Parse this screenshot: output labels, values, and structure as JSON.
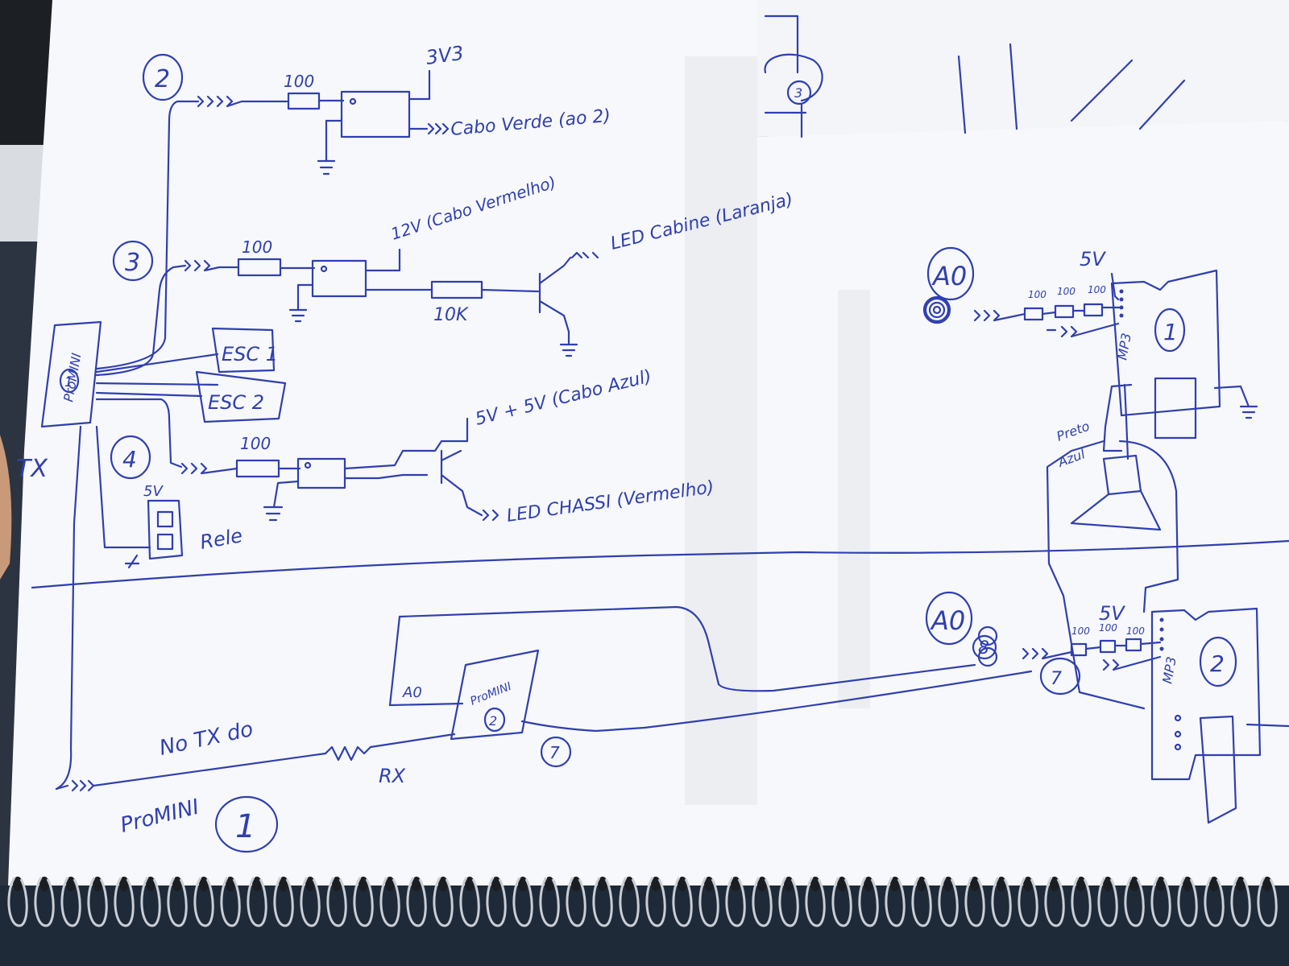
{
  "sheet": {
    "top_labels": {
      "supply_3v3": "3V3",
      "res_100_a": "100",
      "cabo_verde": "Cabo Verde (ao 2)",
      "circle_2": "2",
      "circle_3_small": "3"
    },
    "mid_labels": {
      "circle_3": "3",
      "res_100_b": "100",
      "supply_12v": "12V (Cabo Vermelho)",
      "res_10k": "10K",
      "led_cabine": "LED Cabine (Laranja)"
    },
    "promini_1": {
      "label": "ProMINI",
      "number": "1",
      "esc1": "ESC 1",
      "esc2": "ESC 2",
      "tx": "TX"
    },
    "lower_labels": {
      "circle_4": "4",
      "res_100_c": "100",
      "supply_5v": "5V + 5V (Cabo Azul)",
      "led_chassi": "LED CHASSI (Vermelho)",
      "rele_supply": "5V",
      "rele": "Rele"
    },
    "mp3_1": {
      "a0": "A0",
      "supply": "5V",
      "r1": "100",
      "r2": "100",
      "r3": "100",
      "module": "MP3",
      "number": "1",
      "preto": "Preto",
      "azul": "Azul"
    },
    "mp3_2": {
      "a0": "A0",
      "supply": "5V",
      "r1": "100",
      "r2": "100",
      "r3": "100",
      "module": "MP3",
      "number": "2",
      "pin": "8"
    },
    "promini_2": {
      "label": "ProMINI",
      "number": "2",
      "a0": "A0",
      "circle_7": "7",
      "rx": "RX",
      "note_line1": "No TX do",
      "note_line2": "ProMINI",
      "circle_1": "1"
    }
  }
}
